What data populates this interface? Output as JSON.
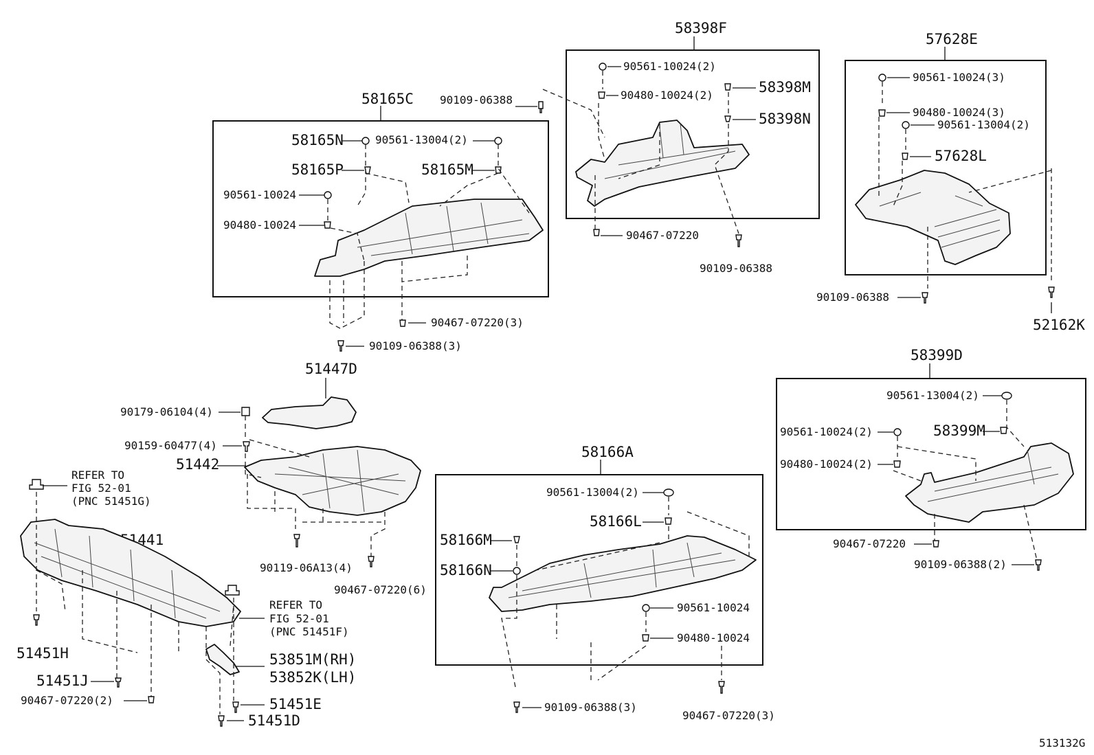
{
  "groups": {
    "g58165C": {
      "title": "58165C",
      "labels": [
        "58165N",
        "90561-13004(2)",
        "58165P",
        "58165M",
        "90561-10024",
        "90480-10024",
        "90467-07220(3)",
        "90109-06388(3)"
      ]
    },
    "g58398F": {
      "title": "58398F",
      "labels": [
        "90561-10024(2)",
        "90480-10024(2)",
        "58398M",
        "58398N",
        "90467-07220",
        "90109-06388"
      ]
    },
    "g57628E": {
      "title": "57628E",
      "labels": [
        "90561-10024(3)",
        "90480-10024(3)",
        "90561-13004(2)",
        "57628L",
        "90109-06388",
        "52162K"
      ]
    },
    "g58399D": {
      "title": "58399D",
      "labels": [
        "90561-13004(2)",
        "90561-10024(2)",
        "58399M",
        "90480-10024(2)",
        "90467-07220",
        "90109-06388(2)"
      ]
    },
    "g58166A": {
      "title": "58166A",
      "labels": [
        "90561-13004(2)",
        "58166L",
        "58166M",
        "58166N",
        "90561-10024",
        "90480-10024",
        "90109-06388(3)",
        "90467-07220(3)"
      ]
    },
    "g51447": {
      "labels": [
        "51447D",
        "90179-06104(4)",
        "90159-60477(4)",
        "51442",
        "90119-06A13(4)",
        "90467-07220(6)"
      ]
    },
    "g51441": {
      "labels": [
        "51441",
        "51451H",
        "51451J",
        "90467-07220(2)",
        "53851M(RH)",
        "53852K(LH)",
        "51451E",
        "51451D"
      ],
      "refer_g": [
        "REFER TO",
        "FIG 52-01",
        "(PNC 51451G)"
      ],
      "refer_f": [
        "REFER TO",
        "FIG 52-01",
        "(PNC 51451F)"
      ]
    }
  },
  "extra": {
    "label_90109_left": "90109-06388"
  },
  "figure_id": "513132G"
}
